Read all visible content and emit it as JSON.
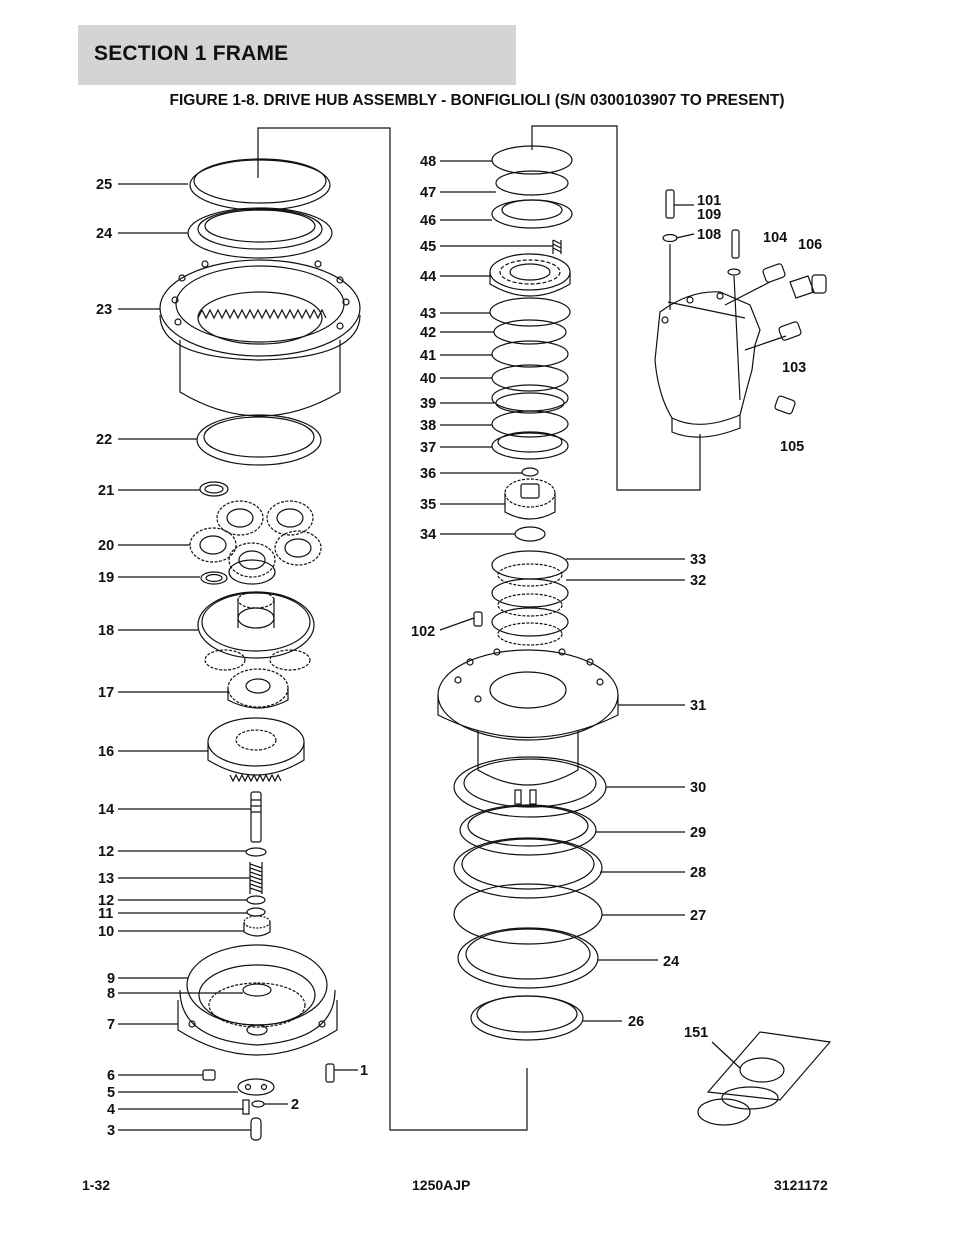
{
  "header": {
    "section_title": "SECTION 1  FRAME"
  },
  "figure": {
    "title": "FIGURE 1-8. DRIVE HUB ASSEMBLY - BONFIGLIOLI (S/N 0300103907 TO PRESENT)"
  },
  "callouts": {
    "c25": "25",
    "c24": "24",
    "c23": "23",
    "c22": "22",
    "c21": "21",
    "c20": "20",
    "c19": "19",
    "c18": "18",
    "c17": "17",
    "c16": "16",
    "c14": "14",
    "c12a": "12",
    "c13": "13",
    "c12b": "12",
    "c11": "11",
    "c10": "10",
    "c9": "9",
    "c8": "8",
    "c7": "7",
    "c6": "6",
    "c5": "5",
    "c4": "4",
    "c3": "3",
    "c1": "1",
    "c2": "2",
    "c48": "48",
    "c47": "47",
    "c46": "46",
    "c45": "45",
    "c44": "44",
    "c43": "43",
    "c42": "42",
    "c41": "41",
    "c40": "40",
    "c39": "39",
    "c38": "38",
    "c37": "37",
    "c36": "36",
    "c35": "35",
    "c34": "34",
    "c33": "33",
    "c32": "32",
    "c102": "102",
    "c31": "31",
    "c30": "30",
    "c29": "29",
    "c28": "28",
    "c27": "27",
    "c24b": "24",
    "c26": "26",
    "c101": "101",
    "c109": "109",
    "c108": "108",
    "c104": "104",
    "c106": "106",
    "c103": "103",
    "c105": "105",
    "c151": "151"
  },
  "footer": {
    "page": "1-32",
    "model": "1250AJP",
    "doc": "3121172"
  }
}
